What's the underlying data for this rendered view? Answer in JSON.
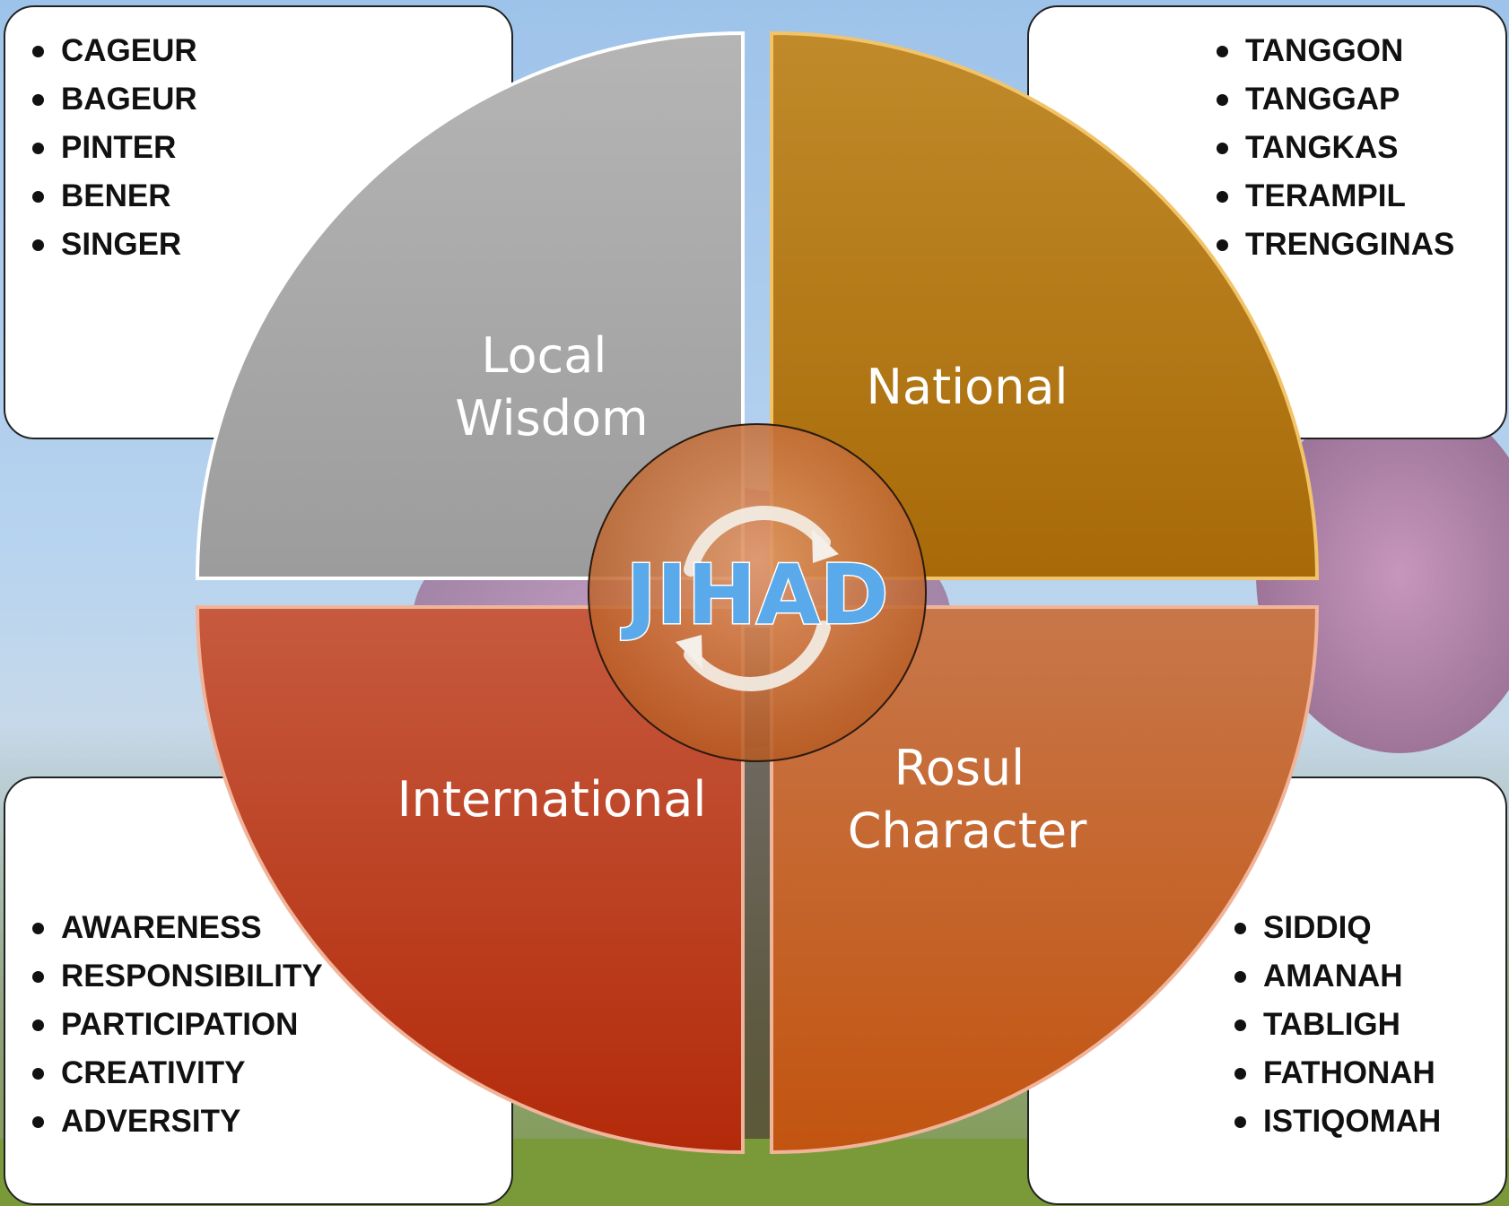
{
  "quadrants": {
    "top_left": {
      "label_lines": [
        "Local",
        "Wisdom"
      ],
      "items": [
        "CAGEUR",
        "BAGEUR",
        "PINTER",
        "BENER",
        "SINGER"
      ],
      "color": "#a9a9a9"
    },
    "top_right": {
      "label_lines": [
        "National"
      ],
      "items": [
        "TANGGON",
        "TANGGAP",
        "TANGKAS",
        "TERAMPIL",
        "TRENGGINAS"
      ],
      "color": "#b8860b"
    },
    "bottom_left": {
      "label_lines": [
        "International"
      ],
      "items": [
        "AWARENESS",
        "RESPONSIBILITY",
        "PARTICIPATION",
        "CREATIVITY",
        "ADVERSITY"
      ],
      "color": "#c1361a"
    },
    "bottom_right": {
      "label_lines": [
        "Rosul",
        "Character"
      ],
      "items": [
        "SIDDIQ",
        "AMANAH",
        "TABLIGH",
        "FATHONAH",
        "ISTIQOMAH"
      ],
      "color": "#c9601c"
    }
  },
  "center": {
    "label": "JIHAD",
    "icon": "cycle-arrows-icon"
  }
}
